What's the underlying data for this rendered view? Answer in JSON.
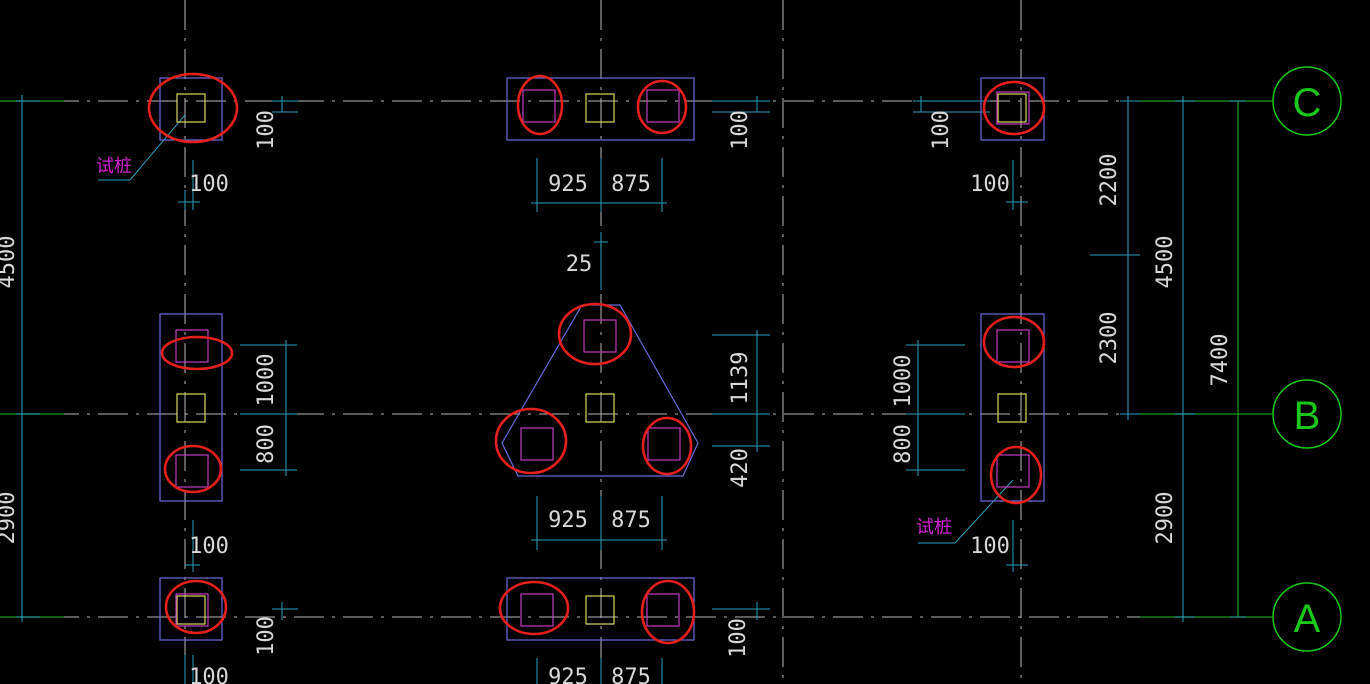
{
  "colors": {
    "background": "#000000",
    "axis_line": "#1a9a1a",
    "center_line": "#b8b8b8",
    "dim_line": "#2a9fbf",
    "dim_text": "#d8d8d8",
    "cap_outline": "#6a6ad8",
    "column": "#d8d85a",
    "pile": "#c23cc2",
    "highlight": "#e4201c",
    "note_text": "#d020d0"
  },
  "axes": {
    "C": "C",
    "B": "B",
    "A": "A"
  },
  "dims": {
    "left_4500": "4500",
    "left_2900": "2900",
    "tl_100_v": "100",
    "tl_100_h": "100",
    "tm_100_v": "100",
    "tm_925": "925",
    "tm_875": "875",
    "tr_100_v": "100",
    "tr_100_h": "100",
    "ml_1000": "1000",
    "ml_800": "800",
    "ml_100_h": "100",
    "mm_25": "25",
    "mm_1139": "1139",
    "mm_420": "420",
    "mm_925": "925",
    "mm_875": "875",
    "mr_1000": "1000",
    "mr_800": "800",
    "mr_100_h": "100",
    "bl_100_v": "100",
    "bl_100_h": "100",
    "bm_100_v": "100",
    "bm_925": "925",
    "bm_875": "875",
    "right_2200": "2200",
    "right_2300": "2300",
    "right_4500": "4500",
    "right_2900": "2900",
    "right_7400": "7400"
  },
  "notes": {
    "test_pile_top": "试桩",
    "test_pile_right": "试桩"
  }
}
